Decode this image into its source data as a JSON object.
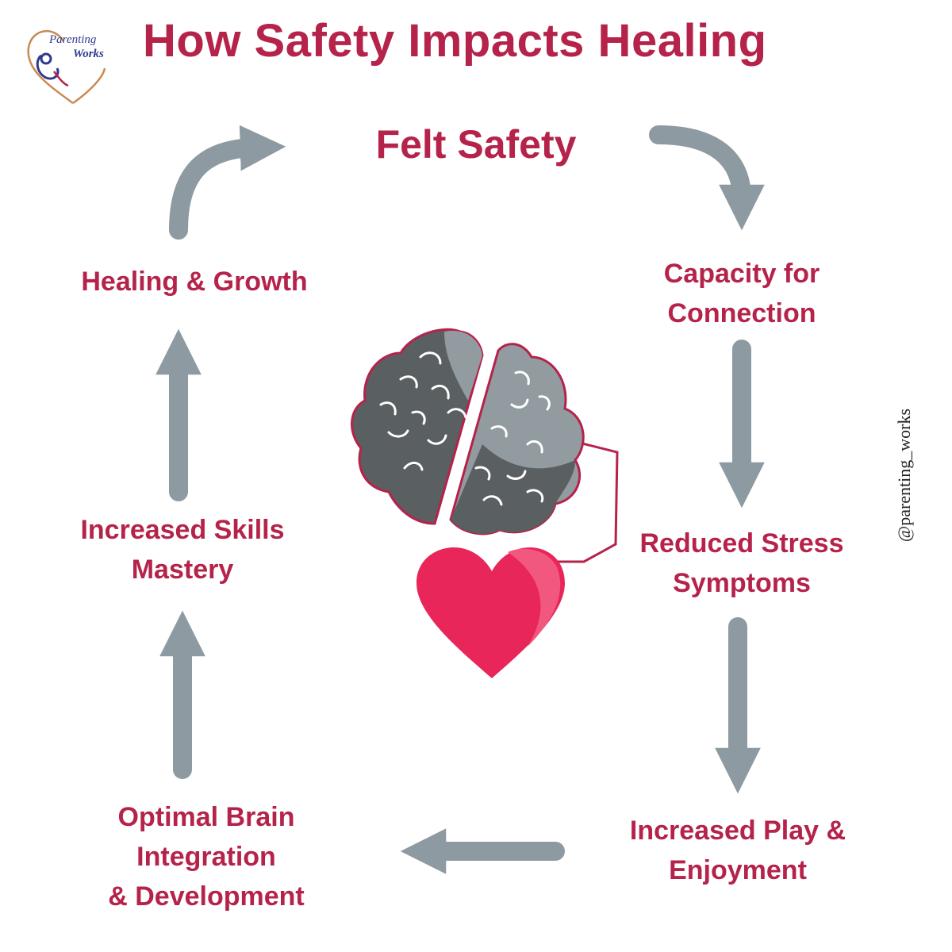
{
  "header": {
    "title": "How Safety Impacts Healing",
    "logo": {
      "line1": "Parenting",
      "line2": "Works"
    }
  },
  "cycle": {
    "top": "Felt Safety",
    "right": [
      {
        "lines": [
          "Capacity for",
          "Connection"
        ]
      },
      {
        "lines": [
          "Reduced Stress",
          "Symptoms"
        ]
      },
      {
        "lines": [
          "Increased Play &",
          "Enjoyment"
        ]
      }
    ],
    "left": [
      {
        "lines": [
          "Optimal Brain",
          "Integration",
          "& Development"
        ]
      },
      {
        "lines": [
          "Increased Skills",
          "Mastery"
        ]
      },
      {
        "lines": [
          "Healing & Growth"
        ]
      }
    ]
  },
  "social_handle": "@parenting_works",
  "colors": {
    "accent": "#b5234a",
    "arrow": "#8e9aa1",
    "brain_dark": "#5a5f62",
    "brain_light": "#929ba0",
    "heart": "#e8265a",
    "heart_light": "#f2587f"
  }
}
